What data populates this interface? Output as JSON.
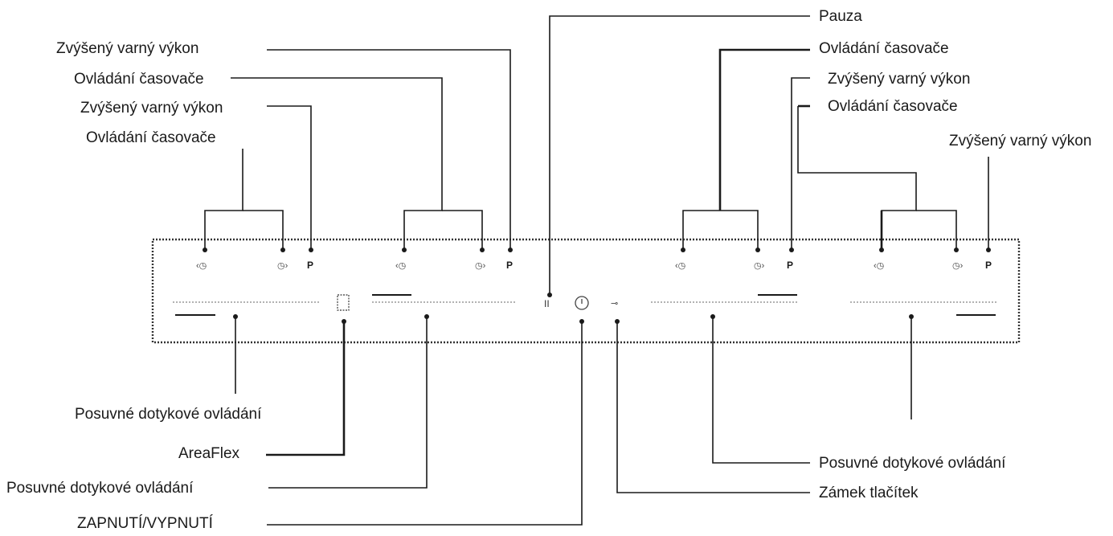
{
  "labels": {
    "power_boost": "Zvýšený varný výkon",
    "timer_control": "Ovládání časovače",
    "pause": "Pauza",
    "slider_control": "Posuvné dotykové ovládání",
    "areaflex": "AreaFlex",
    "on_off": "ZAPNUTÍ/VYPNUTÍ",
    "key_lock": "Zámek tlačítek"
  },
  "panel_symbols": {
    "timer_left": "‹◷",
    "timer_right": "◷›",
    "power_boost": "P",
    "pause": "II",
    "on_off": "⏻",
    "key_lock": "⊸"
  }
}
